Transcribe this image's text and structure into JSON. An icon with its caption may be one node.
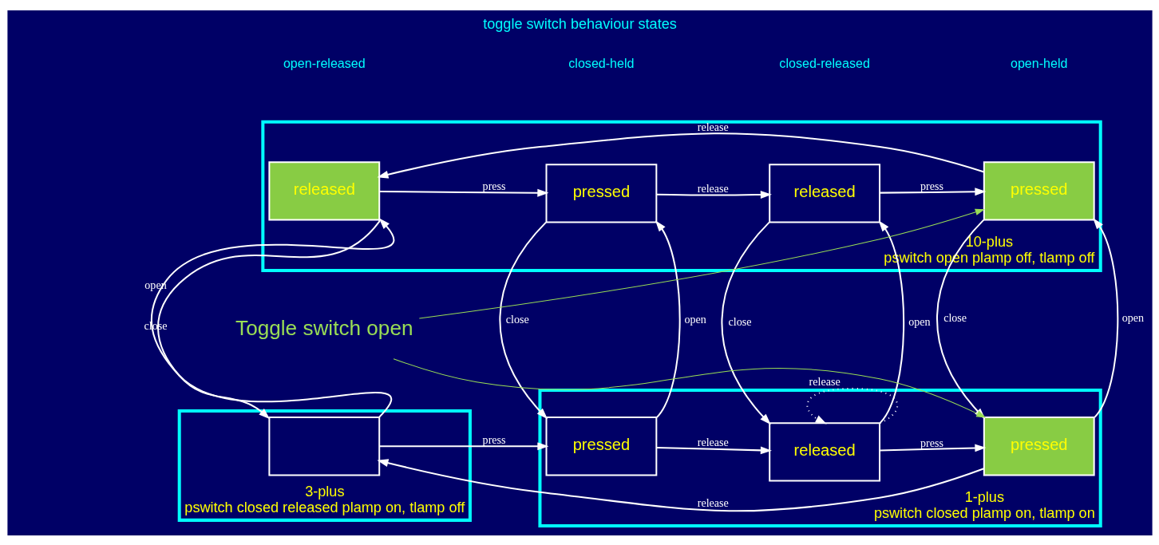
{
  "diagram": {
    "title": "toggle switch behaviour states",
    "nodes": [
      {
        "text": [
          "10-plus",
          "pswitch open plamp off, tlamp off"
        ]
      },
      {
        "text": [
          "3-plus",
          "pswitch closed released plamp on, tlamp off"
        ]
      },
      {
        "text": [
          "1-plus",
          "pswitch closed plamp on, tlamp on"
        ]
      },
      {
        "text": [
          "released"
        ],
        "in": 0
      },
      {
        "text": [
          "pressed"
        ],
        "in": 0
      },
      {
        "text": [
          "released"
        ],
        "in": 0
      },
      {
        "text": [
          "pressed"
        ],
        "in": 0
      },
      {
        "text": [],
        "shape": "box",
        "in": 1
      },
      {
        "text": [
          "pressed"
        ],
        "in": 2
      },
      {
        "text": [
          "released"
        ],
        "in": 2
      },
      {
        "text": [
          "pressed"
        ],
        "in": 2
      },
      {
        "text": [
          "Toggle switch open"
        ]
      }
    ],
    "edges": [
      {
        "from": 3,
        "to": 4,
        "arrow": "to",
        "label": "press"
      },
      {
        "from": 4,
        "to": 5,
        "arrow": "to",
        "label": "release"
      },
      {
        "from": 5,
        "to": 6,
        "arrow": "to",
        "label": "press"
      },
      {
        "from": 6,
        "to": 3,
        "arrow": "to",
        "label": "release"
      },
      {
        "from": 3,
        "to": 7,
        "arrow": "to",
        "label": "close"
      },
      {
        "from": 7,
        "to": 3,
        "arrow": "to",
        "label": "open"
      },
      {
        "from": 4,
        "to": 8,
        "arrow": "to",
        "label": "close"
      },
      {
        "from": 8,
        "to": 4,
        "arrow": "to",
        "label": "open"
      },
      {
        "from": 5,
        "to": 9,
        "arrow": "to",
        "label": "close"
      },
      {
        "from": 9,
        "to": 5,
        "arrow": "to",
        "label": "open"
      },
      {
        "from": 6,
        "to": 10,
        "arrow": "to",
        "label": "close"
      },
      {
        "from": 10,
        "to": 6,
        "arrow": "to",
        "label": "open"
      },
      {
        "from": 7,
        "to": 8,
        "arrow": "to",
        "label": "press"
      },
      {
        "from": 8,
        "to": 9,
        "arrow": "to",
        "label": "release"
      },
      {
        "from": 9,
        "to": 9,
        "arrow": "to",
        "label": "release",
        "style": "dashed"
      },
      {
        "from": 9,
        "to": 10,
        "arrow": "to",
        "label": "press"
      },
      {
        "from": 10,
        "to": 7,
        "arrow": "to",
        "label": "release"
      },
      {
        "from": 11,
        "to": 6,
        "arrow": "to",
        "color": "#99dd55"
      },
      {
        "from": 11,
        "to": 10,
        "arrow": "to",
        "color": "#99dd55"
      }
    ],
    "labels": [
      "open-released",
      "closed-held",
      "closed-released",
      "open-held"
    ]
  }
}
